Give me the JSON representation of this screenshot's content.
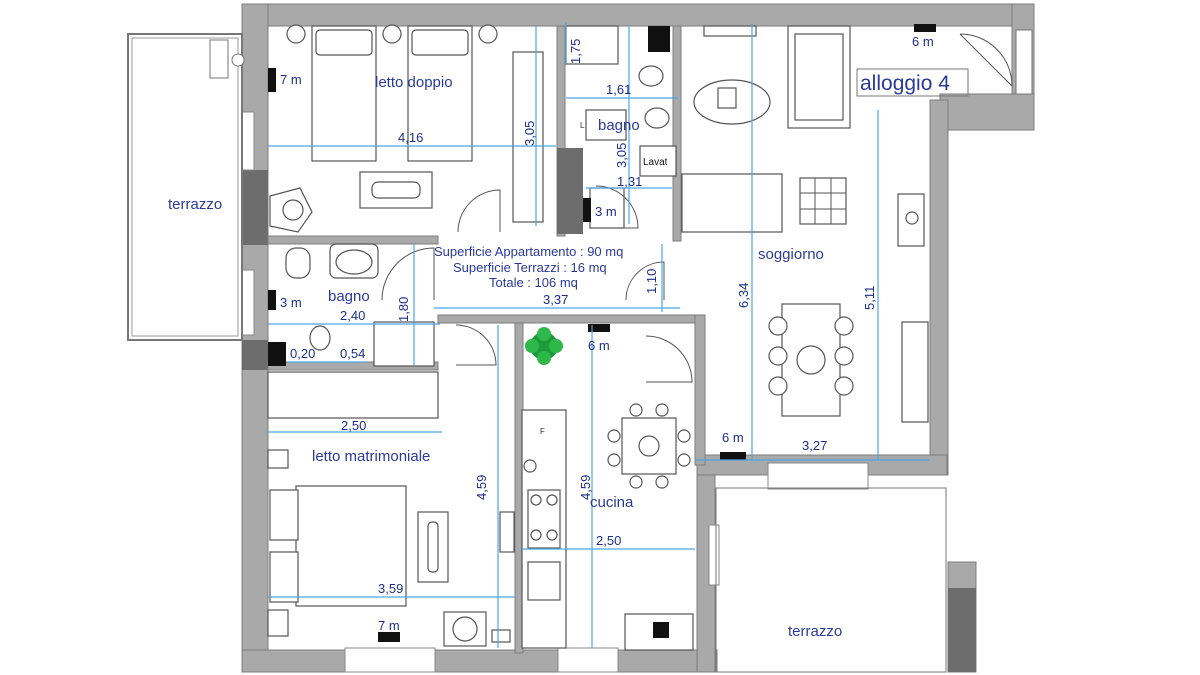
{
  "plan_title": "alloggio 4",
  "rooms": {
    "letto_doppio": "letto doppio",
    "bagno_1": "bagno",
    "bagno_2": "bagno",
    "terrazzo_1": "terrazzo",
    "terrazzo_2": "terrazzo",
    "soggiorno": "soggiorno",
    "letto_matrimoniale": "letto matrimoniale",
    "cucina": "cucina"
  },
  "areas": {
    "appartamento": "Superficie Appartamento : 90 mq",
    "terrazzi": "Superficie Terrazzi : 16 mq",
    "totale": "Totale : 106 mq"
  },
  "ceiling_heights": {
    "letto_doppio": "7 m",
    "soggiorno_top": "6 m",
    "bagno_1": "3 m",
    "bagno_2": "3 m",
    "cucina": "6 m",
    "soggiorno_bottom": "6 m",
    "letto_matrimoniale": "7 m"
  },
  "dimensions": {
    "d_175": "1,75",
    "d_161": "1,61",
    "d_305a": "3,05",
    "d_416": "4,16",
    "d_305b": "3,05",
    "d_131": "1,31",
    "d_110": "1,10",
    "d_337": "3,37",
    "d_180": "1,80",
    "d_240": "2,40",
    "d_020": "0,20",
    "d_054": "0,54",
    "d_250a": "2,50",
    "d_459a": "4,59",
    "d_459b": "4,59",
    "d_250b": "2,50",
    "d_359": "3,59",
    "d_634": "6,34",
    "d_511": "5,11",
    "d_327": "3,27"
  },
  "fixture_labels": {
    "lavat": "Lavat",
    "fridge_mark": "F",
    "cabinet_mark": "L"
  },
  "colors": {
    "wall": "#a9a9a9",
    "text": "#2b3a9a",
    "dimension_line": "#4aa6e8",
    "plant": "#1f9a3a"
  }
}
